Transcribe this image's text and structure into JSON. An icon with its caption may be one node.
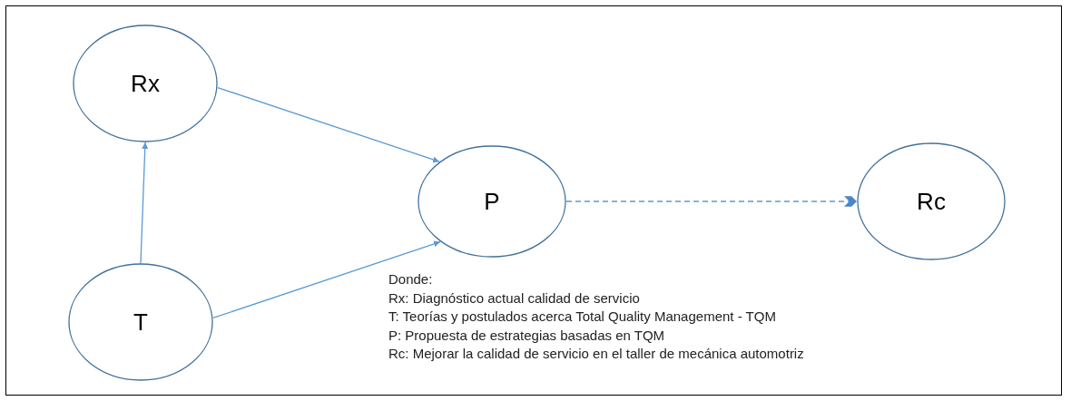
{
  "diagram": {
    "nodes": [
      {
        "text": [
          "Rx"
        ]
      },
      {
        "text": [
          "T"
        ]
      },
      {
        "text": [
          "P"
        ]
      },
      {
        "text": [
          "Rc"
        ]
      }
    ],
    "edges": [
      {
        "from": 1,
        "to": 0,
        "arrow": "to"
      },
      {
        "from": 0,
        "to": 2,
        "arrow": "to"
      },
      {
        "from": 1,
        "to": 2,
        "arrow": "to"
      },
      {
        "from": 2,
        "to": 3,
        "arrow": "to",
        "style": "dashed"
      }
    ],
    "labels": [
      "Donde:",
      "Rx: Diagnóstico actual calidad de servicio",
      "T: Teorías y postulados acerca Total Quality Management - TQM",
      "P: Propuesta de estrategias basadas en TQM",
      "Rc: Mejorar la calidad de servicio en el taller de mecánica automotriz"
    ]
  }
}
